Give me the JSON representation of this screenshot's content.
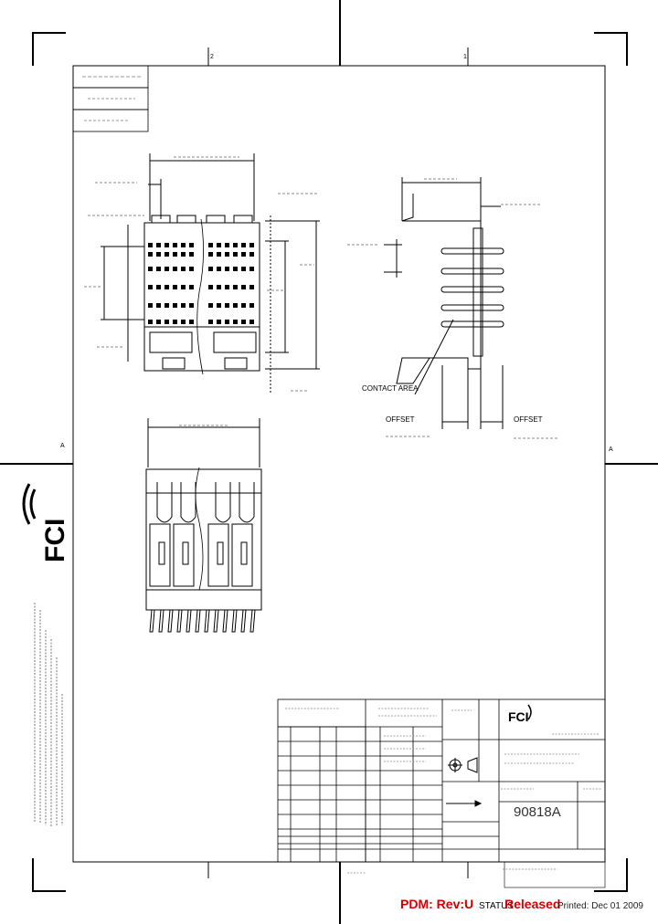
{
  "zones": {
    "top": [
      "2",
      "1"
    ],
    "side": [
      "A",
      "A"
    ]
  },
  "title_block": {
    "brand": "FCI",
    "drawing_number": "90818A",
    "status_short": "Released"
  },
  "annotations": {
    "contact_area": "CONTACT AREA",
    "offset_left": "OFFSET",
    "offset_right": "OFFSET"
  },
  "footer": {
    "pdm_label": "PDM:",
    "pdm_rev": "Rev:U",
    "status_label": "STATUS",
    "status_value": "Released",
    "printed": "Printed: Dec 01 2009"
  },
  "colors": {
    "ink": "#000000",
    "accent": "#d40000"
  },
  "icons": [
    "fci-logo",
    "third-angle-projection-icon"
  ]
}
